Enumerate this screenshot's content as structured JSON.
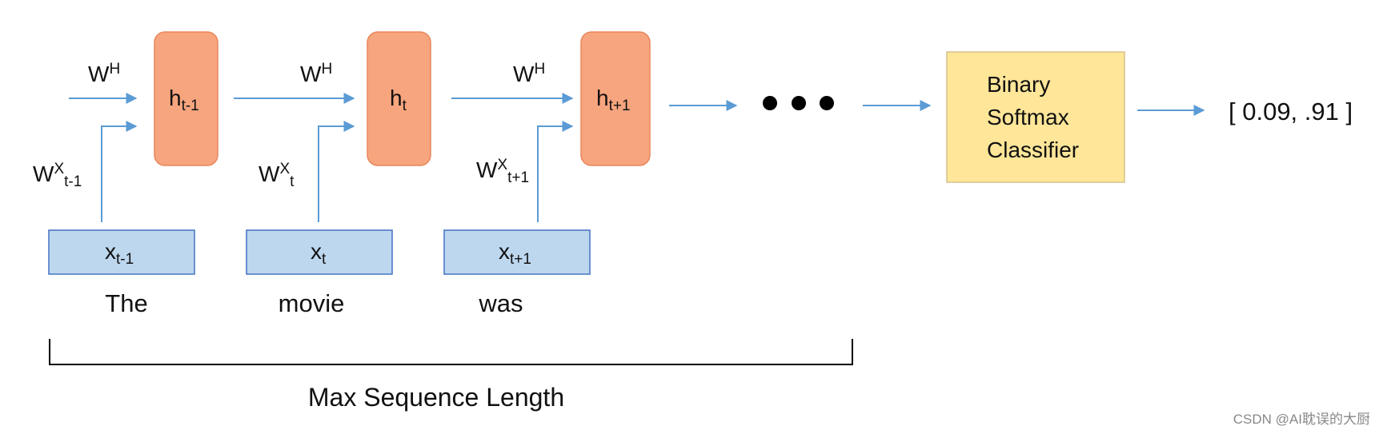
{
  "hidden_states": [
    {
      "base": "h",
      "sub": "t-1"
    },
    {
      "base": "h",
      "sub": "t"
    },
    {
      "base": "h",
      "sub": "t+1"
    }
  ],
  "recurrent_weight": {
    "base": "W",
    "sup": "H"
  },
  "input_weights": [
    {
      "base": "W",
      "sup": "X",
      "sub": "t-1"
    },
    {
      "base": "W",
      "sup": "X",
      "sub": "t"
    },
    {
      "base": "W",
      "sup": "X",
      "sub": "t+1"
    }
  ],
  "inputs": [
    {
      "base": "x",
      "sub": "t-1"
    },
    {
      "base": "x",
      "sub": "t"
    },
    {
      "base": "x",
      "sub": "t+1"
    }
  ],
  "words": [
    "The",
    "movie",
    "was"
  ],
  "classifier": {
    "lines": [
      "Binary",
      "Softmax",
      "Classifier"
    ]
  },
  "output": "[ 0.09, .91 ]",
  "span_label": "Max Sequence Length",
  "watermark": "CSDN @AI耽误的大厨",
  "colors": {
    "hidden_fill": "#F7A57E",
    "hidden_stroke": "#E8865B",
    "input_fill": "#BDD7EE",
    "input_stroke": "#4472C4",
    "classifier_fill": "#FFE699",
    "classifier_stroke": "#D6C08A",
    "arrow": "#5B9BD5"
  }
}
